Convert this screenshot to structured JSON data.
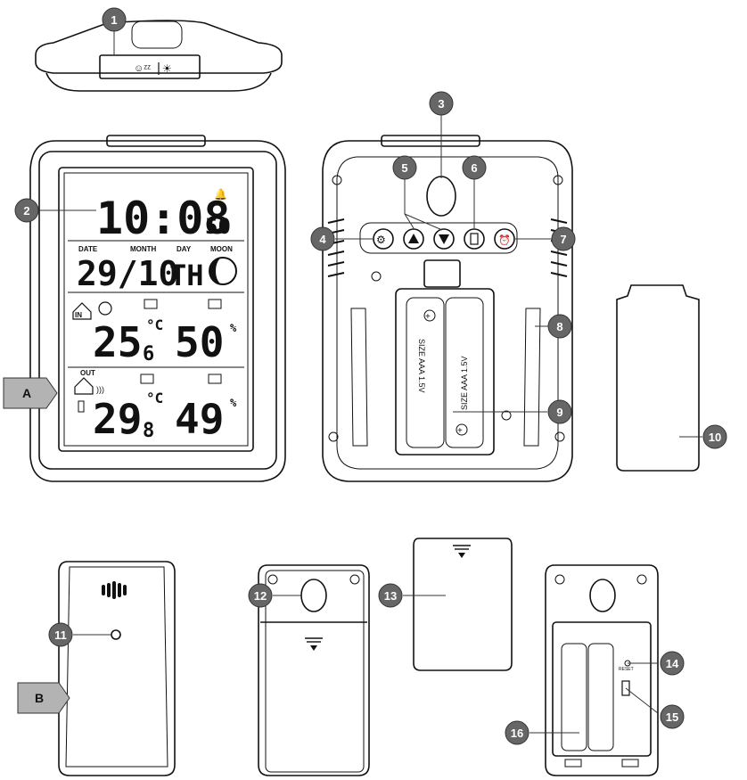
{
  "display": {
    "time": "10:08",
    "seconds": "50",
    "date_label": "DATE",
    "month_label": "MONTH",
    "day_label": "DAY",
    "moon_label": "MOON",
    "date": "29/10",
    "weekday": "TH",
    "in_label": "IN",
    "out_label": "OUT",
    "indoor_temp_main": "25",
    "indoor_temp_dec": "6",
    "indoor_humidity": "50",
    "outdoor_temp_main": "29",
    "outdoor_temp_dec": "8",
    "outdoor_humidity": "49",
    "degree_unit": "°C",
    "percent": "%"
  },
  "battery_label": "SIZE AAA 1.5V",
  "reset_label": "RESET",
  "sections": [
    "A",
    "B"
  ],
  "callouts": [
    "1",
    "2",
    "3",
    "4",
    "5",
    "6",
    "7",
    "8",
    "9",
    "10",
    "11",
    "12",
    "13",
    "14",
    "15",
    "16"
  ],
  "colors": {
    "badge": "#666666",
    "tag": "#b3b3b3",
    "ink": "#111111"
  }
}
